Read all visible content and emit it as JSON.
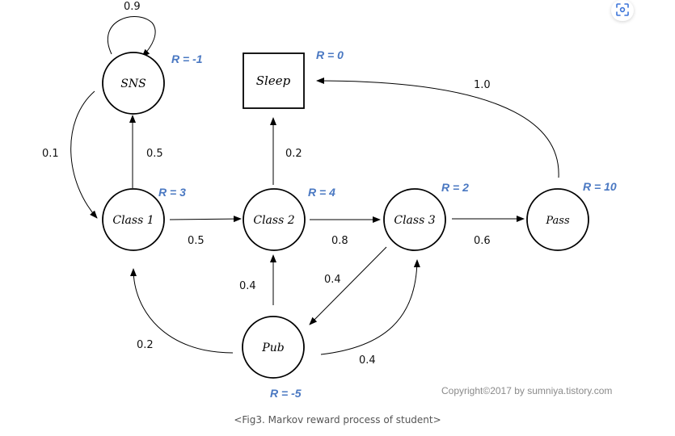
{
  "nodes": {
    "sns": "SNS",
    "sleep": "Sleep",
    "class1": "Class 1",
    "class2": "Class 2",
    "class3": "Class 3",
    "pass": "Pass",
    "pub": "Pub"
  },
  "rewards": {
    "sns": "R = -1",
    "sleep": "R = 0",
    "class1": "R = 3",
    "class2": "R = 4",
    "class3": "R = 2",
    "pass": "R = 10",
    "pub": "R = -5"
  },
  "probabilities": {
    "sns_self": "0.9",
    "sns_to_class1": "0.1",
    "class1_to_sns": "0.5",
    "class1_to_class2": "0.5",
    "class2_to_sleep": "0.2",
    "class2_to_class3": "0.8",
    "class3_to_pass": "0.6",
    "pass_to_sleep": "1.0",
    "class3_to_pub": "0.4",
    "pub_to_class2": "0.4",
    "pub_to_class1": "0.2",
    "pub_to_class3": "0.4"
  },
  "copyright": "Copyright©2017 by sumniya.tistory.com",
  "caption": "<Fig3.  Markov reward process of student>",
  "icons": {
    "scan": "scan-icon"
  }
}
